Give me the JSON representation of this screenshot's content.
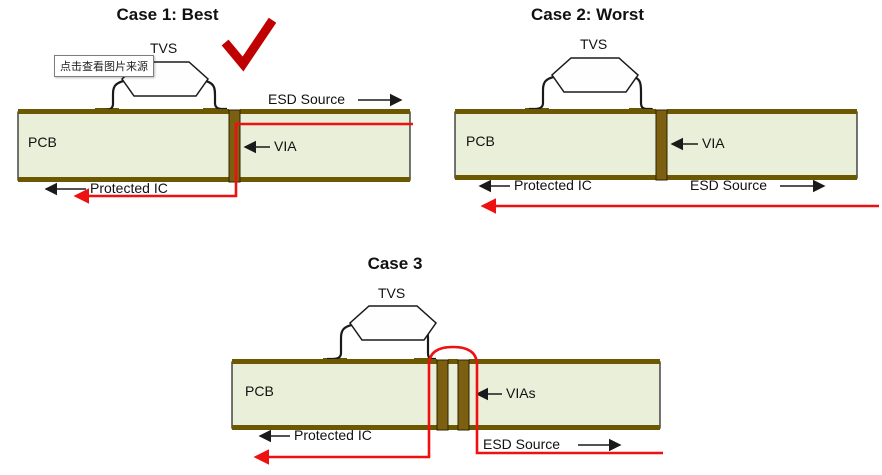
{
  "colors": {
    "esd_path": "#ee1111",
    "checkmark": "#c00000",
    "pcb_fill": "#e9efd9",
    "trace": "#6b5800",
    "via": "#7c5f10",
    "pad": "#6b5800"
  },
  "tooltip": {
    "text": "点击查看图片来源"
  },
  "cases": [
    {
      "title": "Case 1: Best",
      "tvs": "TVS",
      "pcb": "PCB",
      "via": "VIA",
      "esd_source": "ESD Source",
      "protected_ic": "Protected IC"
    },
    {
      "title": "Case 2: Worst",
      "tvs": "TVS",
      "pcb": "PCB",
      "via": "VIA",
      "esd_source": "ESD Source",
      "protected_ic": "Protected IC"
    },
    {
      "title": "Case 3",
      "tvs": "TVS",
      "pcb": "PCB",
      "via": "VIAs",
      "esd_source": "ESD Source",
      "protected_ic": "Protected IC"
    }
  ]
}
